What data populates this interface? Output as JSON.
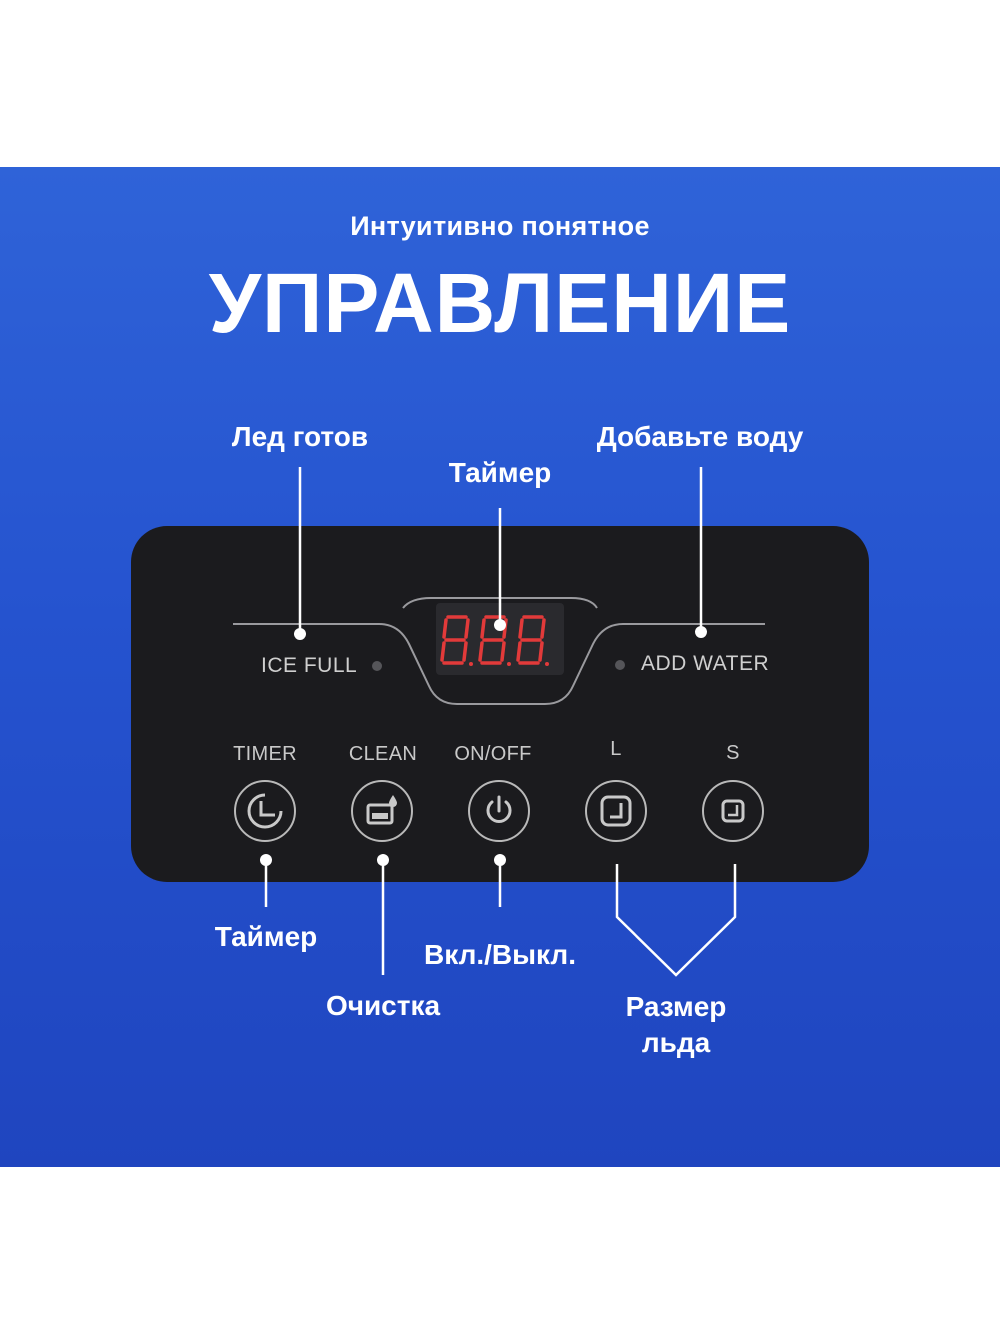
{
  "header": {
    "subtitle": "Интуитивно понятное",
    "title": "УПРАВЛЕНИЕ"
  },
  "callouts": {
    "ice_ready": "Лед готов",
    "timer_display": "Таймер",
    "add_water": "Добавьте воду",
    "timer_button": "Таймер",
    "on_off": "Вкл./Выкл.",
    "clean": "Очистка",
    "ice_size_line1": "Размер",
    "ice_size_line2": "льда"
  },
  "panel": {
    "ice_full_label": "ICE FULL",
    "add_water_label": "ADD WATER",
    "display_digits": "888",
    "buttons": [
      {
        "label": "TIMER",
        "icon": "clock-icon"
      },
      {
        "label": "CLEAN",
        "icon": "clean-icon"
      },
      {
        "label": "ON/OFF",
        "icon": "power-icon"
      },
      {
        "label": "L",
        "icon": "ice-large-icon"
      },
      {
        "label": "S",
        "icon": "ice-small-icon"
      }
    ]
  },
  "colors": {
    "background_top": "#2f63d8",
    "background_bottom": "#1f45bf",
    "panel": "#1b1b1e",
    "text": "#ffffff",
    "display_digits": "#e23a3a"
  }
}
